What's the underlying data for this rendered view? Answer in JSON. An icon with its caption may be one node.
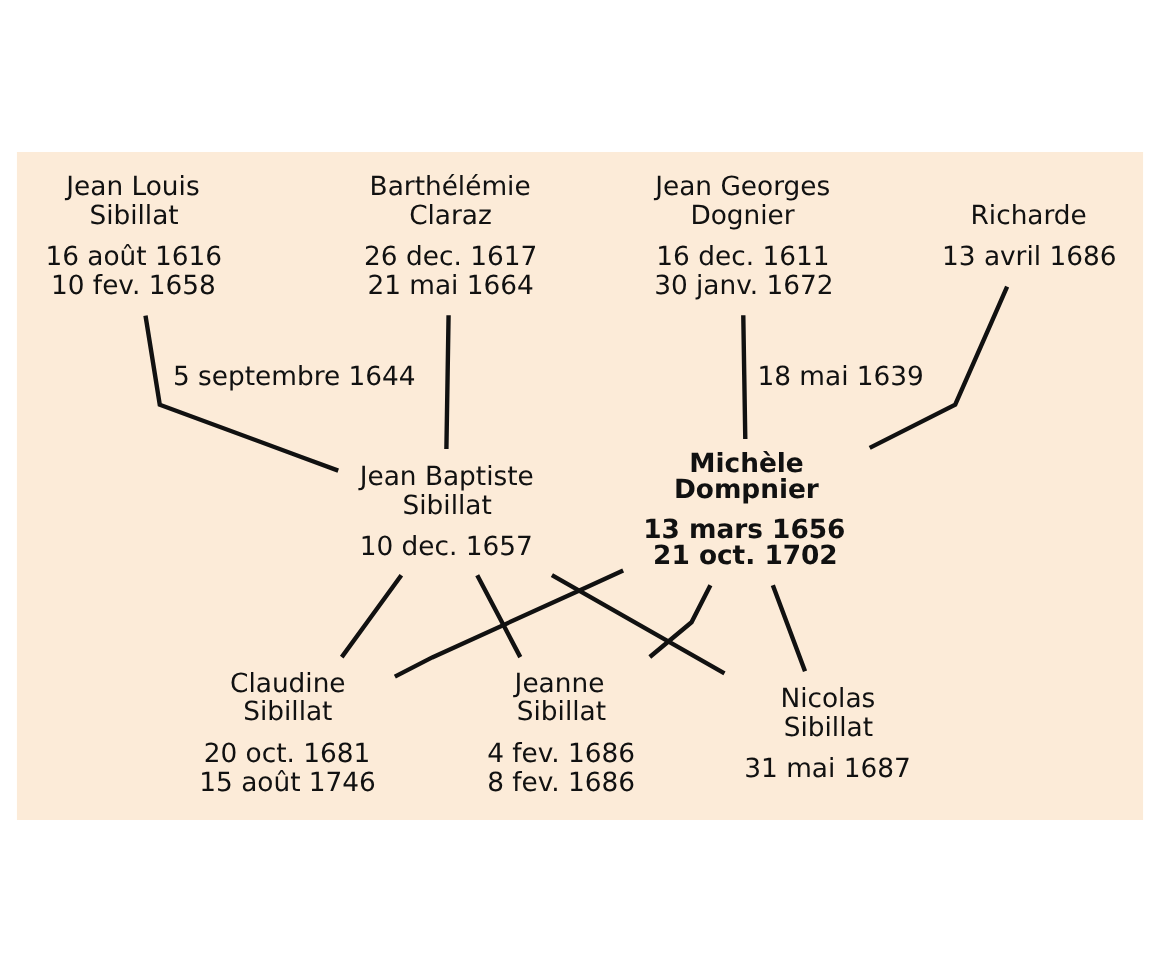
{
  "diagram": {
    "nodes": [
      {
        "text": [
          "Jean Louis Sibillat",
          "16 août 1616",
          "10 fev. 1658"
        ]
      },
      {
        "text": [
          "Barthélémie Claraz",
          "26 dec. 1617",
          "21 mai 1664"
        ]
      },
      {
        "text": [
          "Jean Georges Dognier",
          "16 dec. 1611",
          "30 janv. 1672"
        ]
      },
      {
        "text": [
          "Richarde",
          "13 avril 1686"
        ]
      },
      {
        "text": [
          "Jean Baptiste Sibillat",
          "10 dec. 1657"
        ]
      },
      {
        "text": [
          "Michèle Dompnier",
          "13 mars 1656",
          "21 oct. 1702"
        ]
      },
      {
        "text": [
          "Claudine Sibillat",
          "20 oct. 1681",
          "15 août 1746"
        ]
      },
      {
        "text": [
          "Jeanne Sibillat",
          "4 fev. 1686",
          "8 fev. 1686"
        ]
      },
      {
        "text": [
          "Nicolas Sibillat",
          "31 mai 1687"
        ]
      }
    ],
    "edges": [
      {
        "from": 0,
        "to": 4,
        "arrow": "none",
        "label": "5 septembre 1644"
      },
      {
        "from": 1,
        "to": 4,
        "arrow": "none"
      },
      {
        "from": 2,
        "to": 5,
        "arrow": "none",
        "label": "18 mai 1639"
      },
      {
        "from": 3,
        "to": 5,
        "arrow": "none"
      },
      {
        "from": 4,
        "to": 6,
        "arrow": "none"
      },
      {
        "from": 4,
        "to": 7,
        "arrow": "none"
      },
      {
        "from": 4,
        "to": 8,
        "arrow": "none"
      },
      {
        "from": 5,
        "to": 6,
        "arrow": "none"
      },
      {
        "from": 5,
        "to": 7,
        "arrow": "none"
      },
      {
        "from": 5,
        "to": 8,
        "arrow": "none"
      }
    ]
  }
}
